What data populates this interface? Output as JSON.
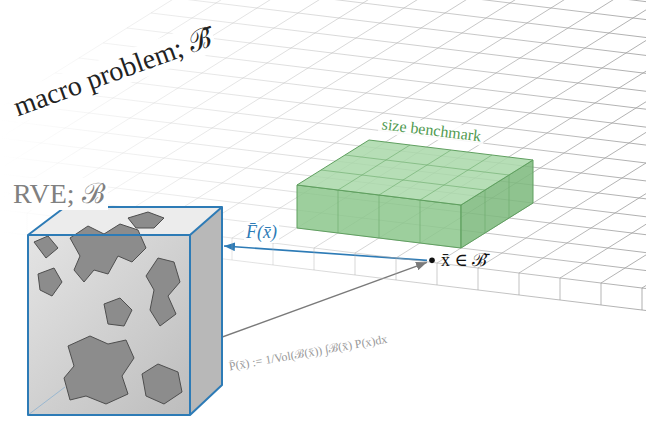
{
  "diagram": {
    "nodes": [
      {
        "text": [
          "macro problem; ℬ̄"
        ]
      },
      {
        "text": [
          "size benchmark"
        ],
        "in": 0
      },
      {
        "text": [
          "RVE; ℬ"
        ]
      },
      {
        "text": [
          "x̄ ∈ ℬ̄"
        ],
        "in": 0
      }
    ],
    "edges": [
      {
        "from": 3,
        "to": 2,
        "arrow": "to",
        "label": "F̄(x̄)"
      },
      {
        "from": 2,
        "to": 3,
        "arrow": "to",
        "label": "P̄(x̄) := 1/Vol(ℬ(x̄)) ∫ℬ(x̄) P(x)dx"
      }
    ]
  }
}
